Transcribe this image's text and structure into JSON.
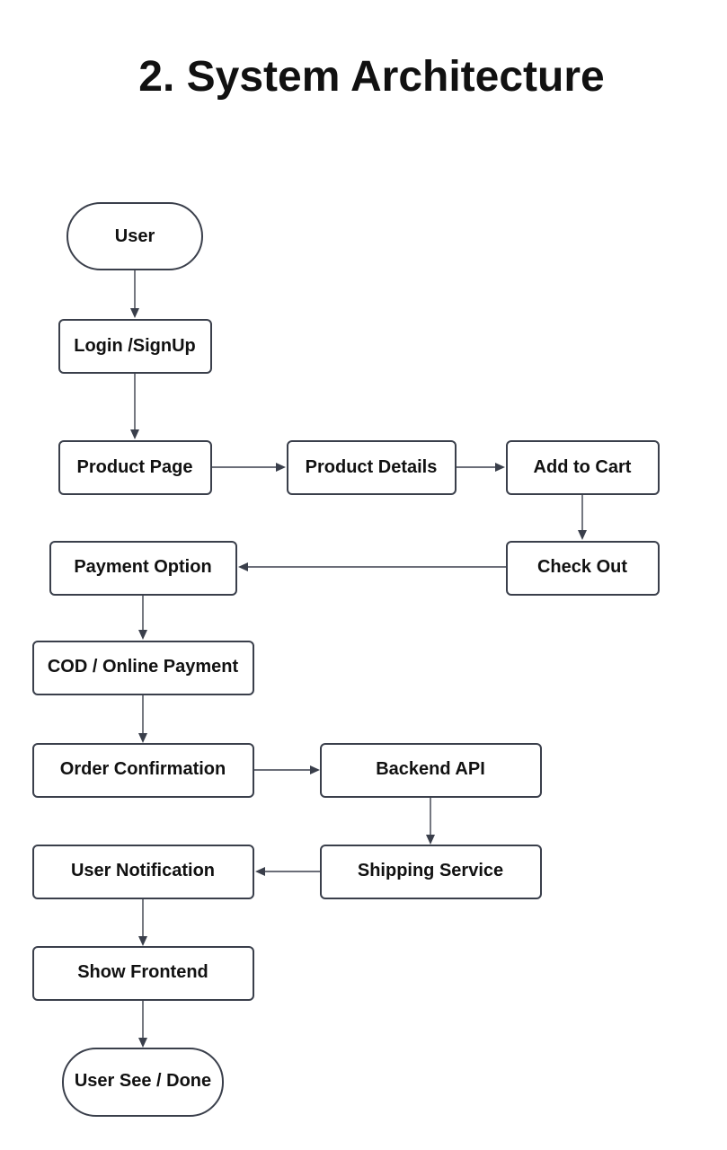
{
  "title": "2. System Architecture",
  "nodes": {
    "user": "User",
    "login": "Login /SignUp",
    "product_page": "Product Page",
    "product_details": "Product Details",
    "add_to_cart": "Add to Cart",
    "check_out": "Check Out",
    "payment_option": "Payment Option",
    "cod_online": "COD / Online Payment",
    "order_confirmation": "Order Confirmation",
    "backend_api": "Backend API",
    "shipping_service": "Shipping Service",
    "user_notification": "User Notification",
    "show_frontend": "Show Frontend",
    "user_see_done": "User See / Done"
  },
  "colors": {
    "stroke": "#3a3f4b",
    "text": "#111111",
    "background": "#ffffff"
  }
}
